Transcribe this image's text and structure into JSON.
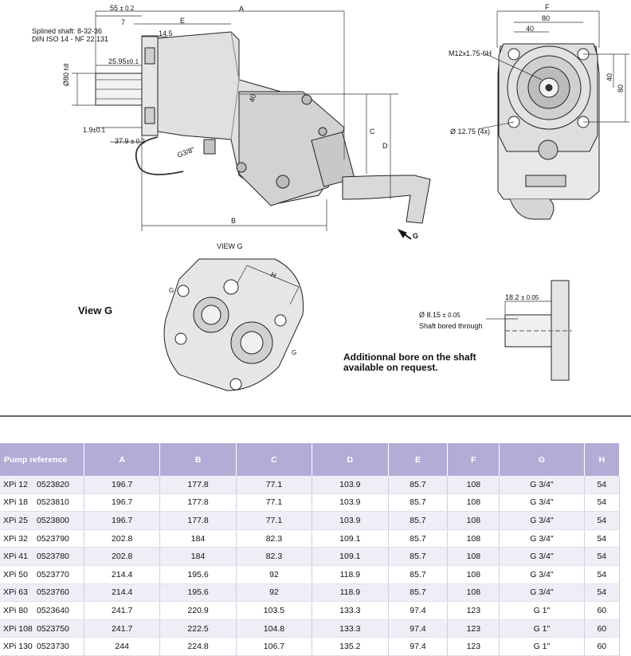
{
  "drawing": {
    "shaft_note": [
      "Splined shaft: 8-32-36",
      "DIN ISO 14 - NF 22.131"
    ],
    "dims_side": {
      "d55": "55",
      "tol55": "± 0.2",
      "d7": "7",
      "dE": "E",
      "d14_5": "14.5",
      "dA": "A",
      "d25_95": "25.95",
      "tol25": "±0.1",
      "d80": "Ø80",
      "tol80": "h8",
      "d1_9": "1.9",
      "tol1_9": "±0.1",
      "d37_9": "37.9",
      "tol37_9": "± 0.2",
      "d40": "40",
      "dC": "C",
      "dD": "D",
      "dB": "B",
      "g38": "G3/8\"",
      "arrowG": "G"
    },
    "dims_front": {
      "dF": "F",
      "d80": "80",
      "d40h": "40",
      "d40v": "40",
      "d80v": "80",
      "thread": "M12x1.75-6H",
      "holes": "Ø 12.75 (4x)"
    },
    "view_g": {
      "title": "VIEW G",
      "label": "View G",
      "dH": "H",
      "g1": "G",
      "g2": "G"
    },
    "bore": {
      "d18_2": "18.2",
      "tol18": "± 0.05",
      "d8_15": "Ø 8.15",
      "tol8": "± 0.05",
      "note": "Shaft bored through",
      "text": [
        "Additionnal bore on the shaft",
        "available on request."
      ]
    }
  },
  "table": {
    "headers": [
      "Pump reference",
      "A",
      "B",
      "C",
      "D",
      "E",
      "F",
      "G",
      "H"
    ],
    "rows": [
      {
        "name": "XPi 12",
        "ref": "0523820",
        "A": "196.7",
        "B": "177.8",
        "C": "77.1",
        "D": "103.9",
        "E": "85.7",
        "F": "108",
        "G": "G 3/4\"",
        "H": "54"
      },
      {
        "name": "XPi 18",
        "ref": "0523810",
        "A": "196.7",
        "B": "177.8",
        "C": "77.1",
        "D": "103.9",
        "E": "85.7",
        "F": "108",
        "G": "G 3/4\"",
        "H": "54"
      },
      {
        "name": "XPi 25",
        "ref": "0523800",
        "A": "196.7",
        "B": "177.8",
        "C": "77.1",
        "D": "103.9",
        "E": "85.7",
        "F": "108",
        "G": "G 3/4\"",
        "H": "54"
      },
      {
        "name": "XPi 32",
        "ref": "0523790",
        "A": "202.8",
        "B": "184",
        "C": "82.3",
        "D": "109.1",
        "E": "85.7",
        "F": "108",
        "G": "G 3/4\"",
        "H": "54"
      },
      {
        "name": "XPi 41",
        "ref": "0523780",
        "A": "202.8",
        "B": "184",
        "C": "82.3",
        "D": "109.1",
        "E": "85.7",
        "F": "108",
        "G": "G 3/4\"",
        "H": "54"
      },
      {
        "name": "XPi 50",
        "ref": "0523770",
        "A": "214.4",
        "B": "195.6",
        "C": "92",
        "D": "118.9",
        "E": "85.7",
        "F": "108",
        "G": "G 3/4\"",
        "H": "54"
      },
      {
        "name": "XPi 63",
        "ref": "0523760",
        "A": "214.4",
        "B": "195.6",
        "C": "92",
        "D": "118.9",
        "E": "85.7",
        "F": "108",
        "G": "G 3/4\"",
        "H": "54"
      },
      {
        "name": "XPi 80",
        "ref": "0523640",
        "A": "241.7",
        "B": "220.9",
        "C": "103.5",
        "D": "133.3",
        "E": "97.4",
        "F": "123",
        "G": "G 1\"",
        "H": "60"
      },
      {
        "name": "XPi 108",
        "ref": "0523750",
        "A": "241.7",
        "B": "222.5",
        "C": "104.8",
        "D": "133.3",
        "E": "97.4",
        "F": "123",
        "G": "G 1\"",
        "H": "60"
      },
      {
        "name": "XPi 130",
        "ref": "0523730",
        "A": "244",
        "B": "224.8",
        "C": "106.7",
        "D": "135.2",
        "E": "97.4",
        "F": "123",
        "G": "G 1\"",
        "H": "60"
      }
    ],
    "colors": {
      "header_bg": "#b3acd6",
      "row_alt": "#eeeef7"
    }
  }
}
